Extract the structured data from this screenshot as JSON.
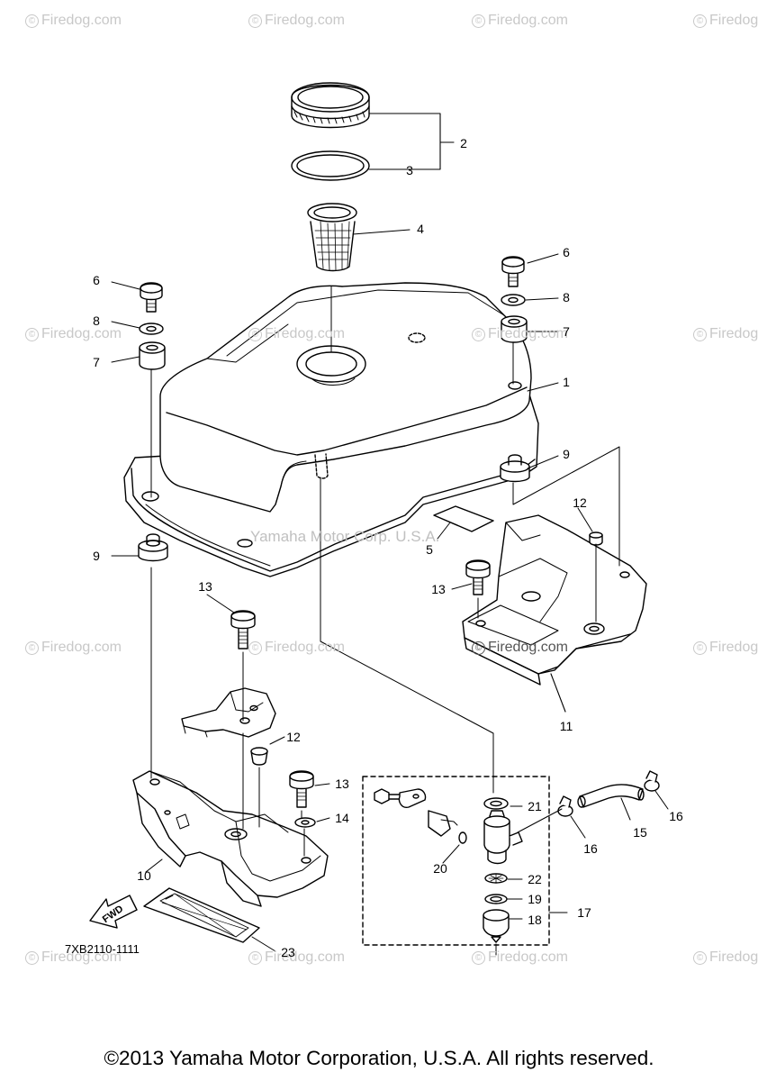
{
  "watermark_text": "Firedog.com",
  "watermark_symbol": "©",
  "diagram_watermark": "Yamaha Motor Corp. U.S.A.",
  "callouts": {
    "c1": "1",
    "c2": "2",
    "c3": "3",
    "c4": "4",
    "c5": "5",
    "c6a": "6",
    "c6b": "6",
    "c7a": "7",
    "c7b": "7",
    "c8a": "8",
    "c8b": "8",
    "c9a": "9",
    "c9b": "9",
    "c10": "10",
    "c11": "11",
    "c12a": "12",
    "c12b": "12",
    "c13a": "13",
    "c13b": "13",
    "c13c": "13",
    "c14": "14",
    "c15": "15",
    "c16a": "16",
    "c16b": "16",
    "c17": "17",
    "c18": "18",
    "c19": "19",
    "c20": "20",
    "c21": "21",
    "c22": "22",
    "c23": "23"
  },
  "fwd_label": "FWD",
  "diagram_code": "7XB2110-1111",
  "copyright": "©2013 Yamaha Motor Corporation, U.S.A. All rights reserved."
}
